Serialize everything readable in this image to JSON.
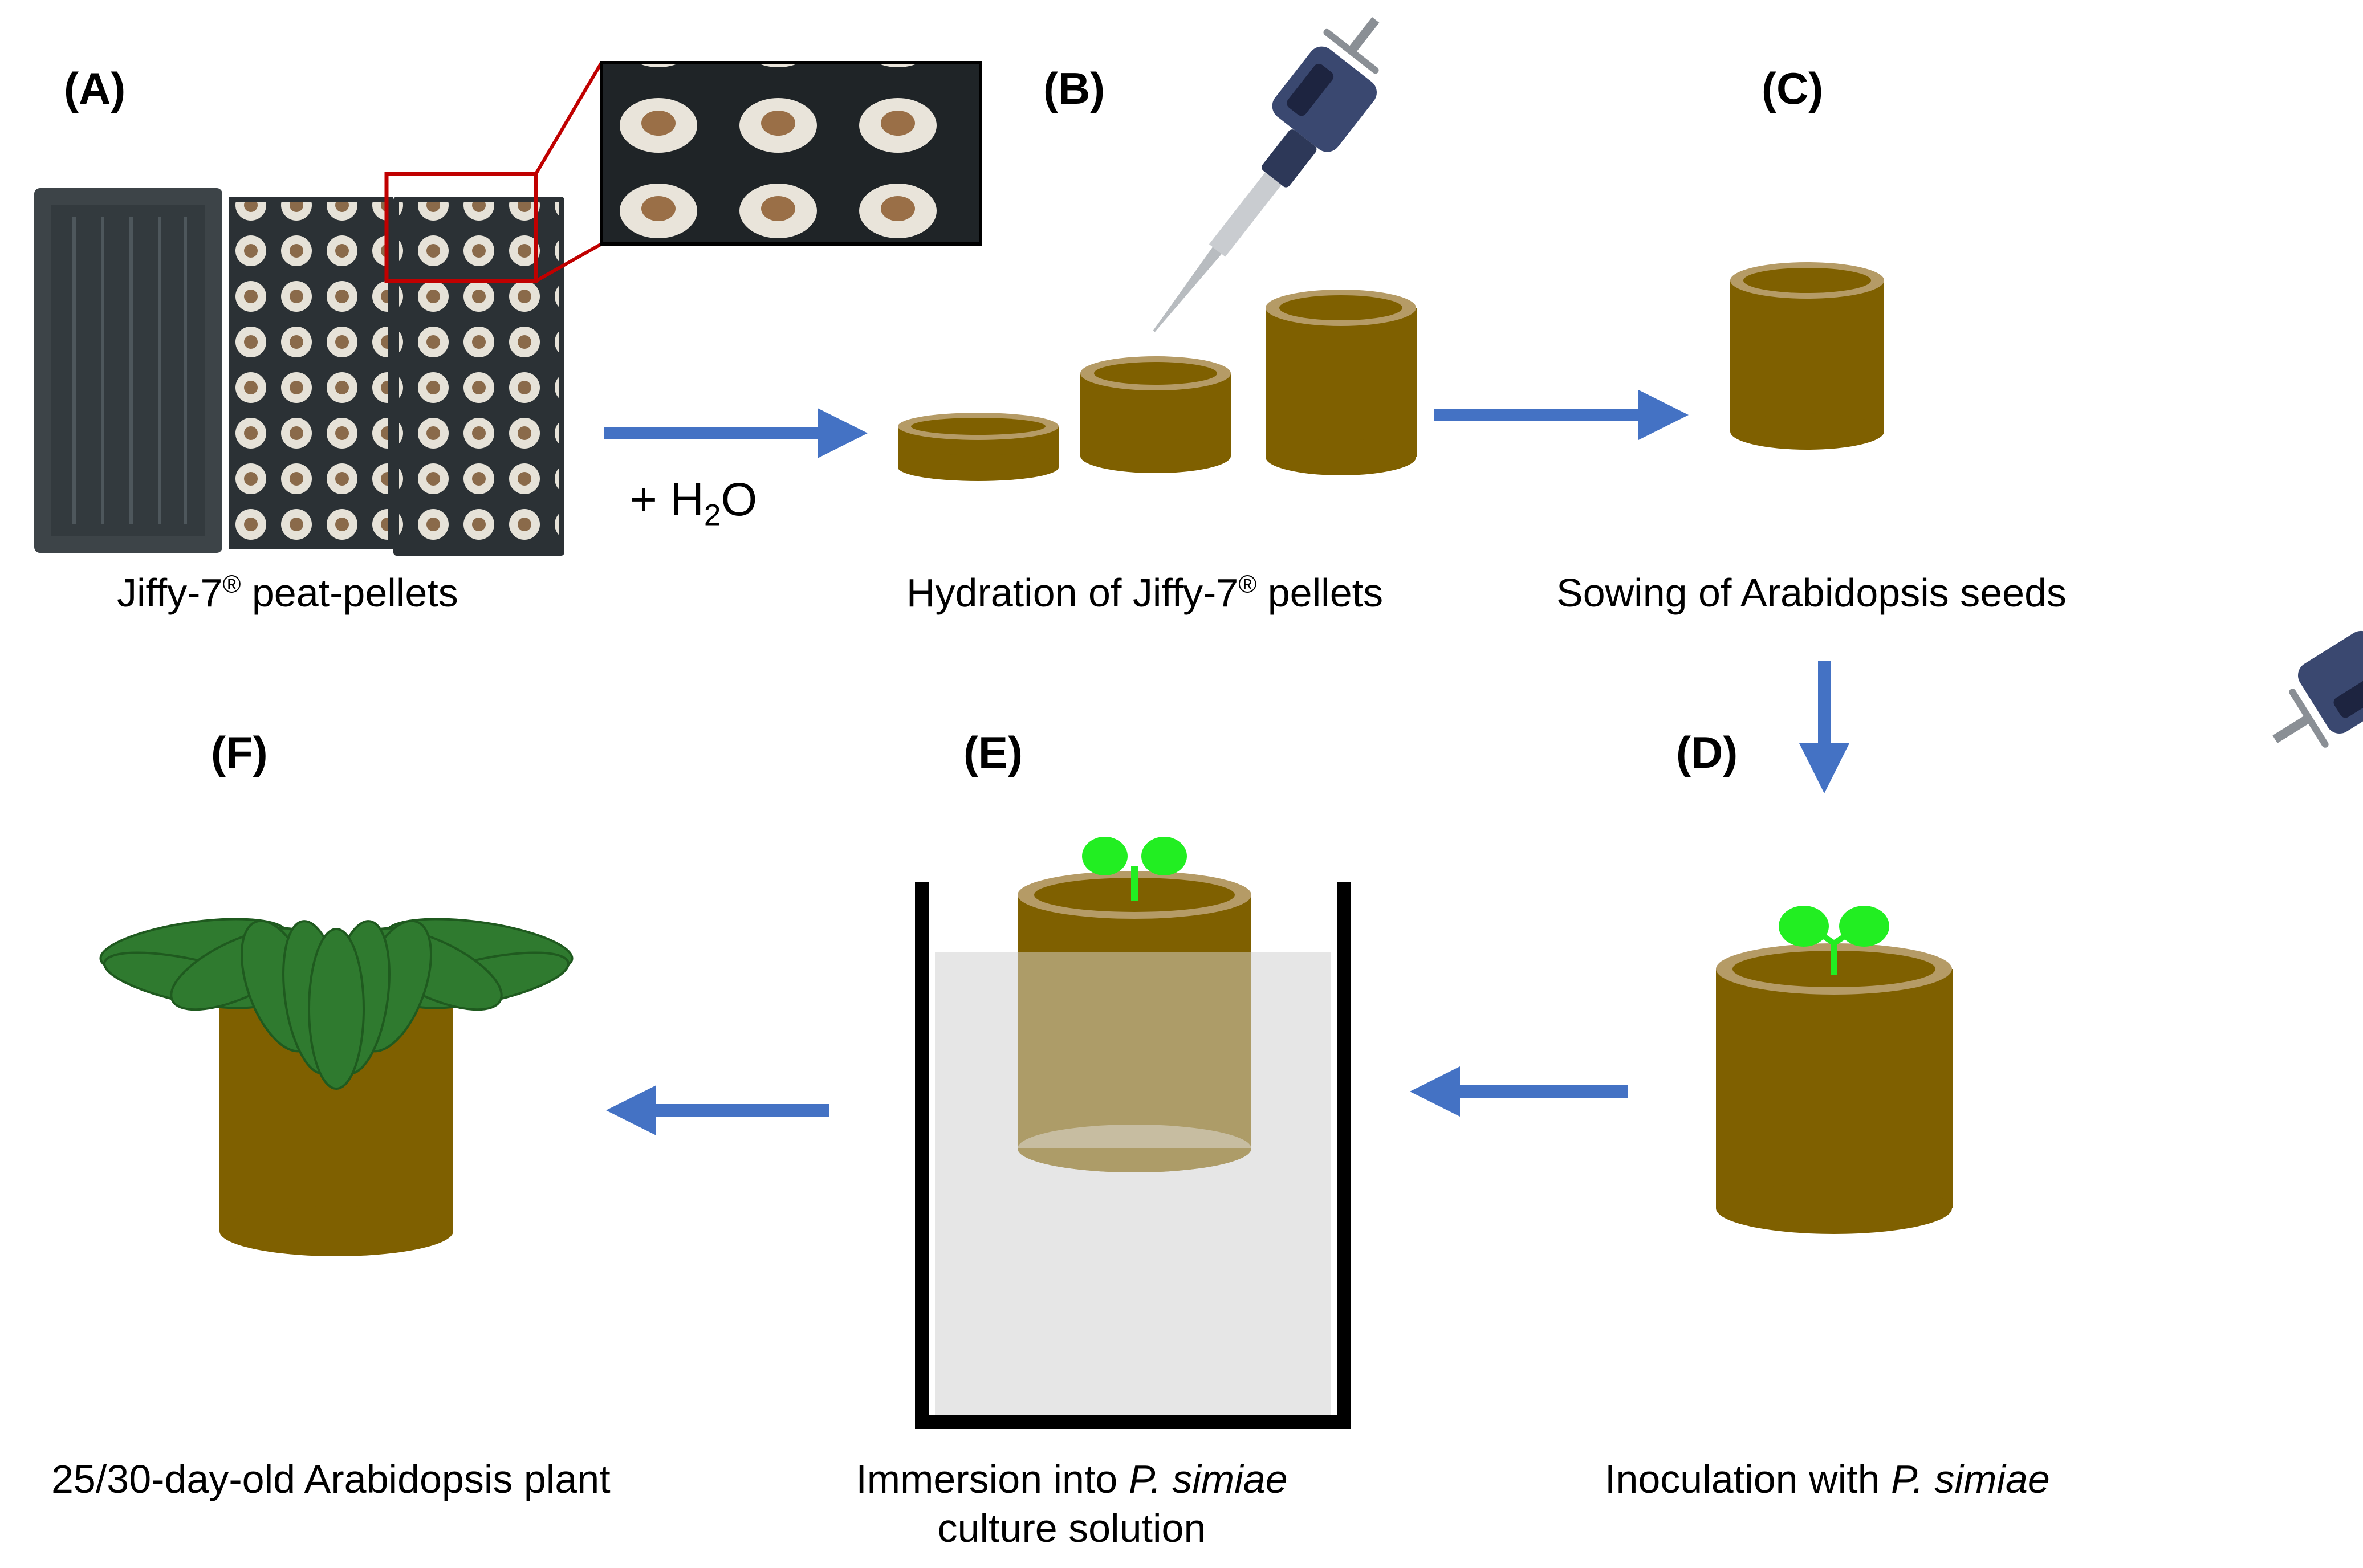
{
  "panels": {
    "a": "(A)",
    "b": "(B)",
    "c": "(C)",
    "d": "(D)",
    "e": "(E)",
    "f": "(F)"
  },
  "captions": {
    "a": {
      "text": "Jiffy-7",
      "sup": "®",
      "tail": " peat-pellets"
    },
    "b": {
      "text": "Hydration of Jiffy-7",
      "sup": "®",
      "tail": " pellets"
    },
    "c": "Sowing of Arabidopsis seeds",
    "d": {
      "text": "Inoculation with ",
      "italic": "P. simiae"
    },
    "e": {
      "line1": "Immersion into ",
      "italic": "P. simiae",
      "line2": "culture solution"
    },
    "f": "25/30-day-old Arabidopsis plant"
  },
  "water_label": {
    "prefix": "+ H",
    "sub": "2",
    "suffix": "O"
  },
  "colors": {
    "arrow": "#4472c4",
    "pellet": "#7f6000",
    "pellet_rim": "#b59b66",
    "seedling": "#22ee22",
    "plant_leaf": "#2f7a2f",
    "solution": "#e6e6e6",
    "tray": "#3d4448"
  },
  "icons": [
    "pipette-icon",
    "tray-photo",
    "seedling-icon",
    "rosette-plant-icon",
    "beaker-icon"
  ]
}
